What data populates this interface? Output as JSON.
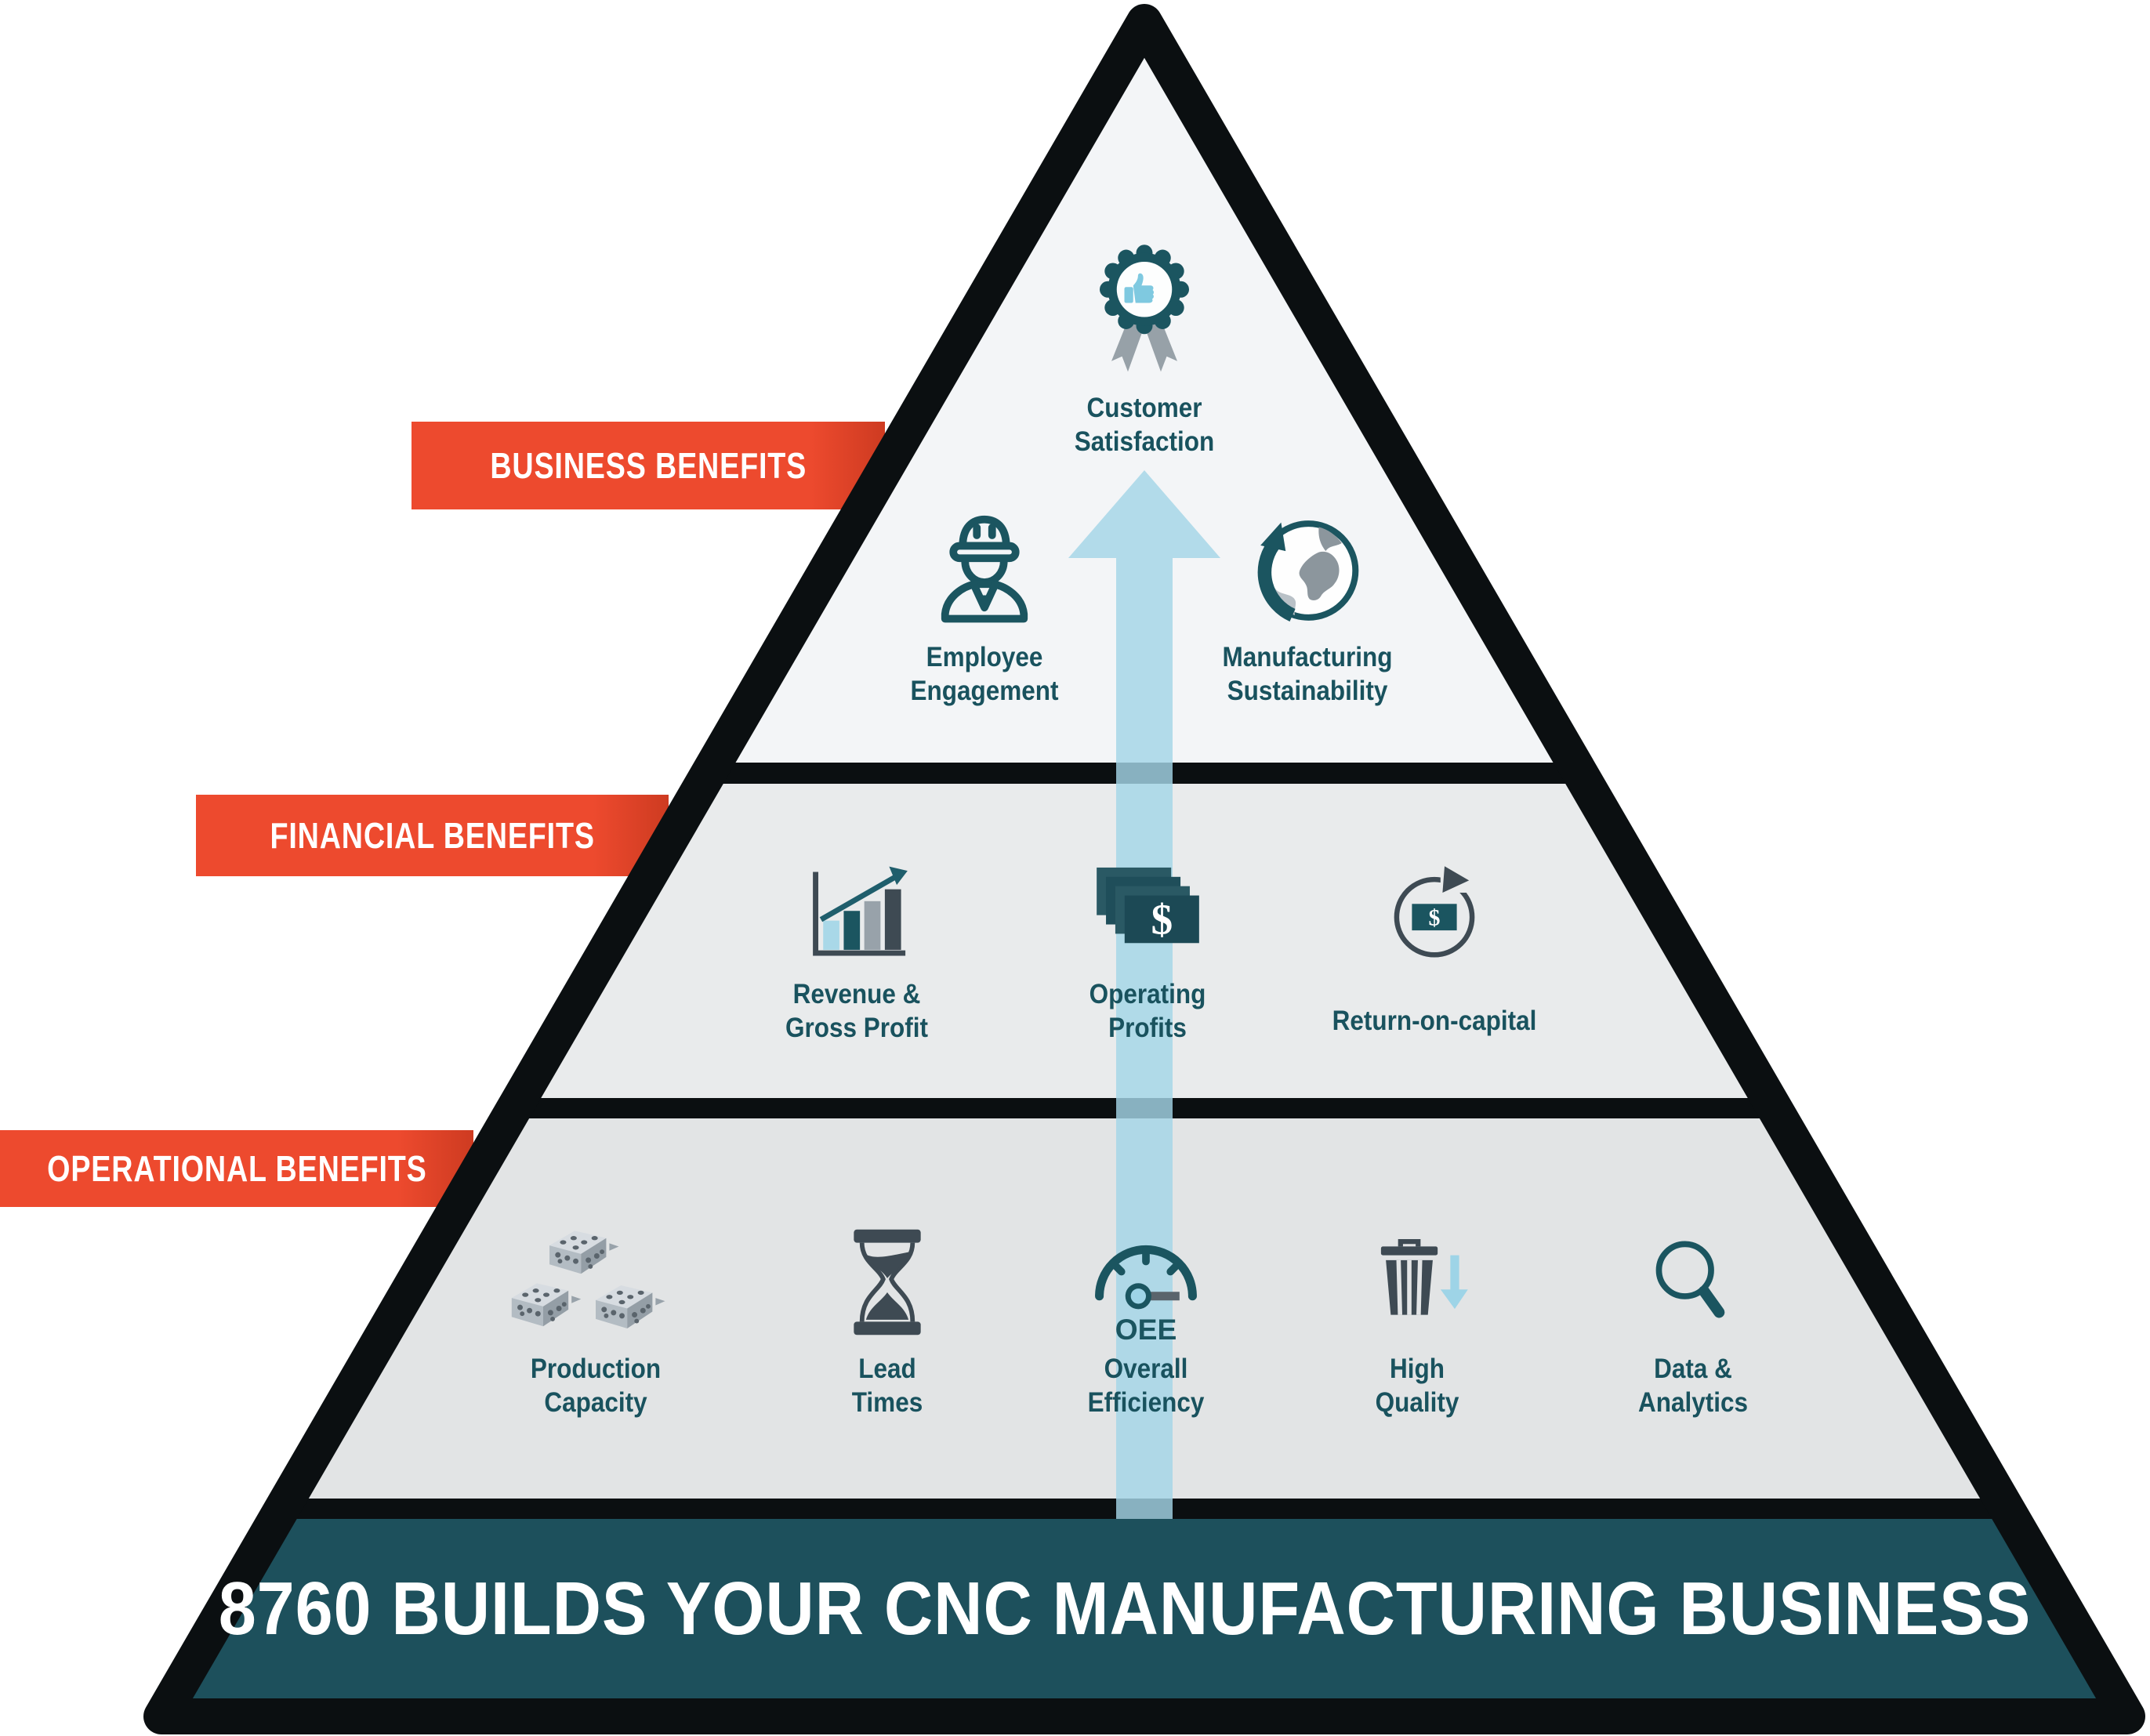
{
  "ribbons": {
    "business": "BUSINESS BENEFITS",
    "financial": "FINANCIAL BENEFITS",
    "operational": "OPERATIONAL BENEFITS"
  },
  "tiers": {
    "business": {
      "items": [
        {
          "label": "Customer Satisfaction",
          "icon": "award-badge-icon"
        },
        {
          "label": "Employee Engagement",
          "icon": "worker-hard-hat-icon"
        },
        {
          "label": "Manufacturing Sustainability",
          "icon": "globe-recycle-icon"
        }
      ]
    },
    "financial": {
      "items": [
        {
          "label": "Revenue & Gross Profit",
          "icon": "bar-chart-growth-icon"
        },
        {
          "label": "Operating Profits",
          "icon": "money-stack-icon",
          "icon_text": "$"
        },
        {
          "label": "Return-on-capital",
          "icon": "circular-arrow-money-icon",
          "icon_text": "$"
        }
      ]
    },
    "operational": {
      "items": [
        {
          "label": "Production Capacity",
          "icon": "machined-blocks-icon"
        },
        {
          "label": "Lead Times",
          "icon": "hourglass-icon"
        },
        {
          "label": "Overall Efficiency",
          "icon": "gauge-icon",
          "icon_text": "OEE"
        },
        {
          "label": "High Quality",
          "icon": "trash-reduction-icon"
        },
        {
          "label": "Data & Analytics",
          "icon": "magnifier-icon"
        }
      ]
    }
  },
  "banner": {
    "label": "8760 BUILDS YOUR CNC MANUFACTURING BUSINESS"
  },
  "colors": {
    "accent_red": "#ED4A2E",
    "teal_dark": "#1B5560",
    "teal_text": "#19525E",
    "banner_teal": "#1D505C",
    "arrow_blue": "#A3D5E6",
    "slate": "#3E4A53",
    "tier1_fill": "#F3F5F7",
    "tier2_fill": "#E9EBEC",
    "tier3_fill": "#E2E4E5"
  }
}
